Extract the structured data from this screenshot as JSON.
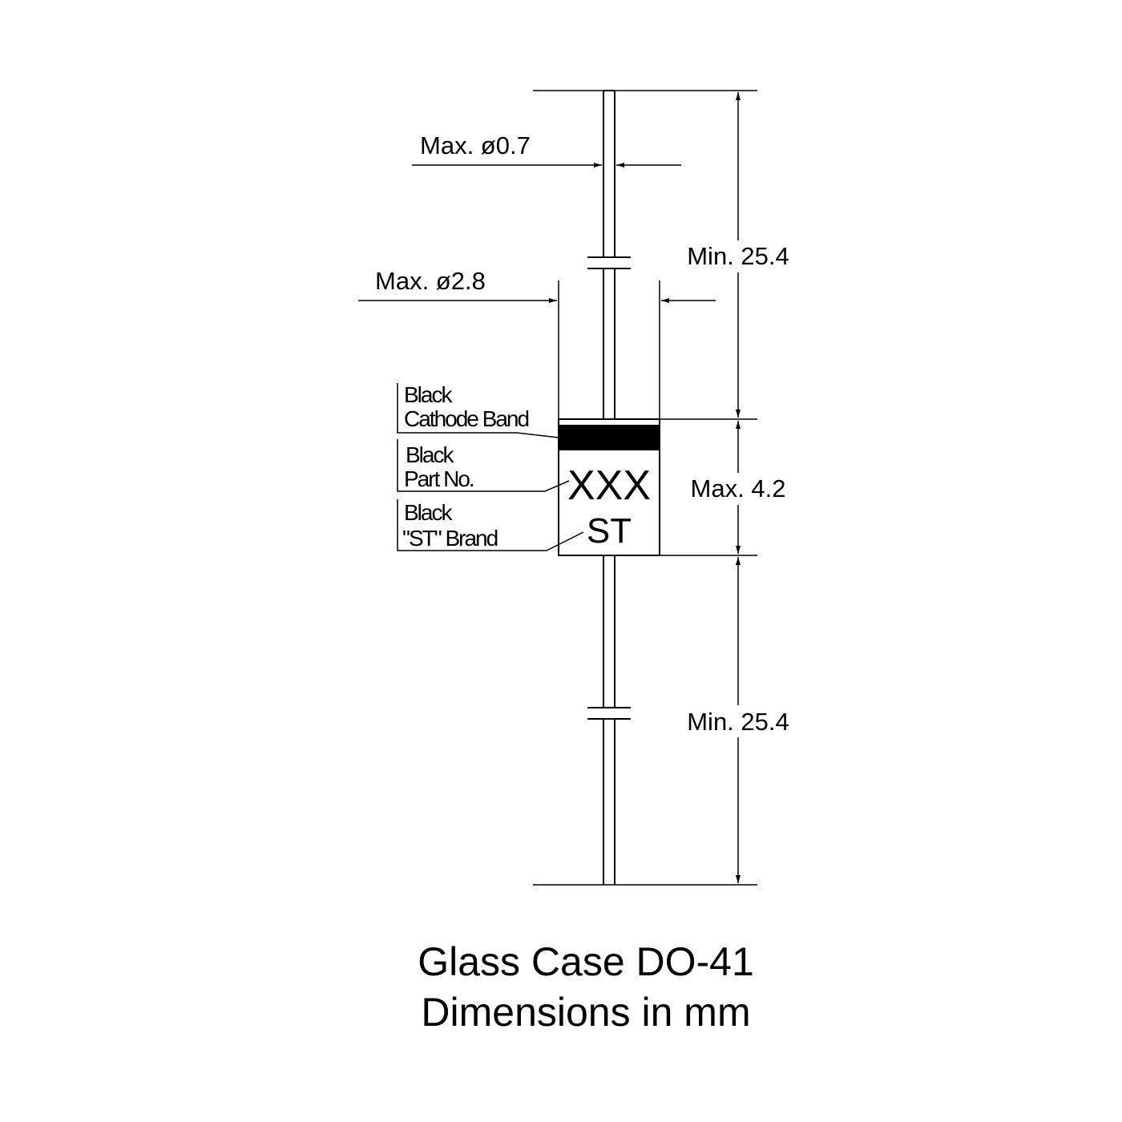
{
  "dimensions": {
    "lead_diameter": "Max. ø0.7",
    "body_diameter": "Max. ø2.8",
    "lead_length_top": "Min. 25.4",
    "body_length": "Max. 4.2",
    "lead_length_bottom": "Min. 25.4"
  },
  "callouts": {
    "cathode_band": [
      "Black",
      "Cathode Band"
    ],
    "part_no": [
      "Black",
      "Part No."
    ],
    "st_brand": [
      "Black",
      "\"ST\" Brand"
    ]
  },
  "body_marking": {
    "part": "XXX",
    "brand": "ST"
  },
  "caption": {
    "line1": "Glass Case DO-41",
    "line2": "Dimensions in mm"
  },
  "colors": {
    "ink": "#000000",
    "background": "#ffffff"
  }
}
